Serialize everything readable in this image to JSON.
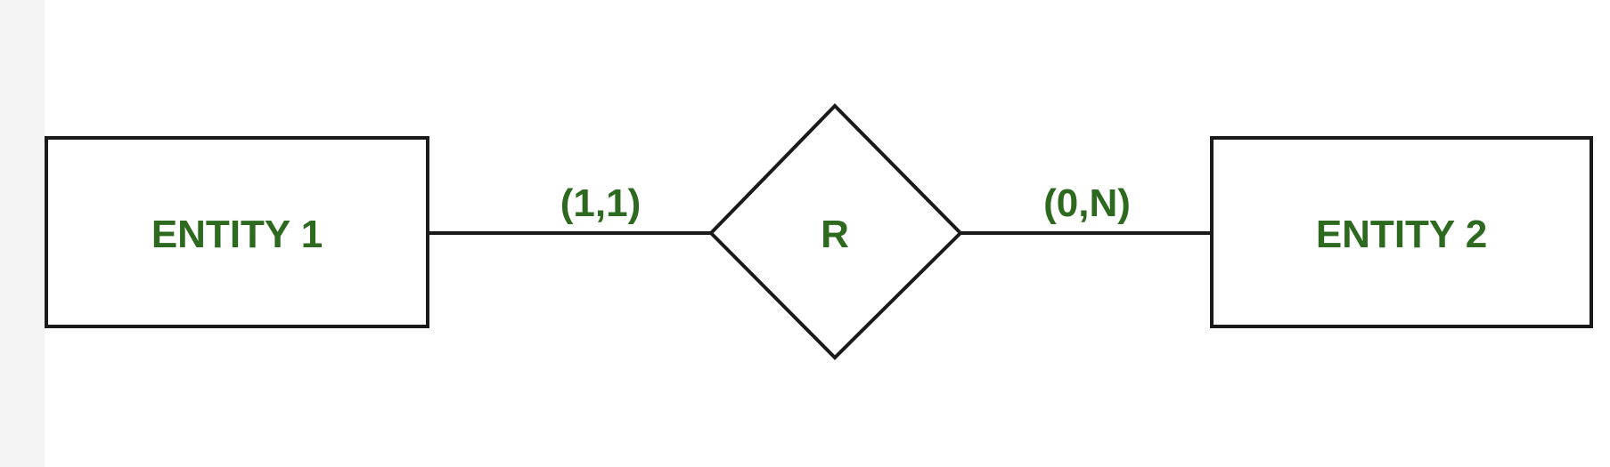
{
  "diagram": {
    "entity1": {
      "label": "ENTITY 1"
    },
    "entity2": {
      "label": "ENTITY 2"
    },
    "relationship": {
      "label": "R"
    },
    "cardinality_left": "(1,1)",
    "cardinality_right": "(0,N)"
  },
  "colors": {
    "label_green": "#2d6a1f",
    "stroke": "#1a1a1a",
    "background": "#ffffff"
  }
}
